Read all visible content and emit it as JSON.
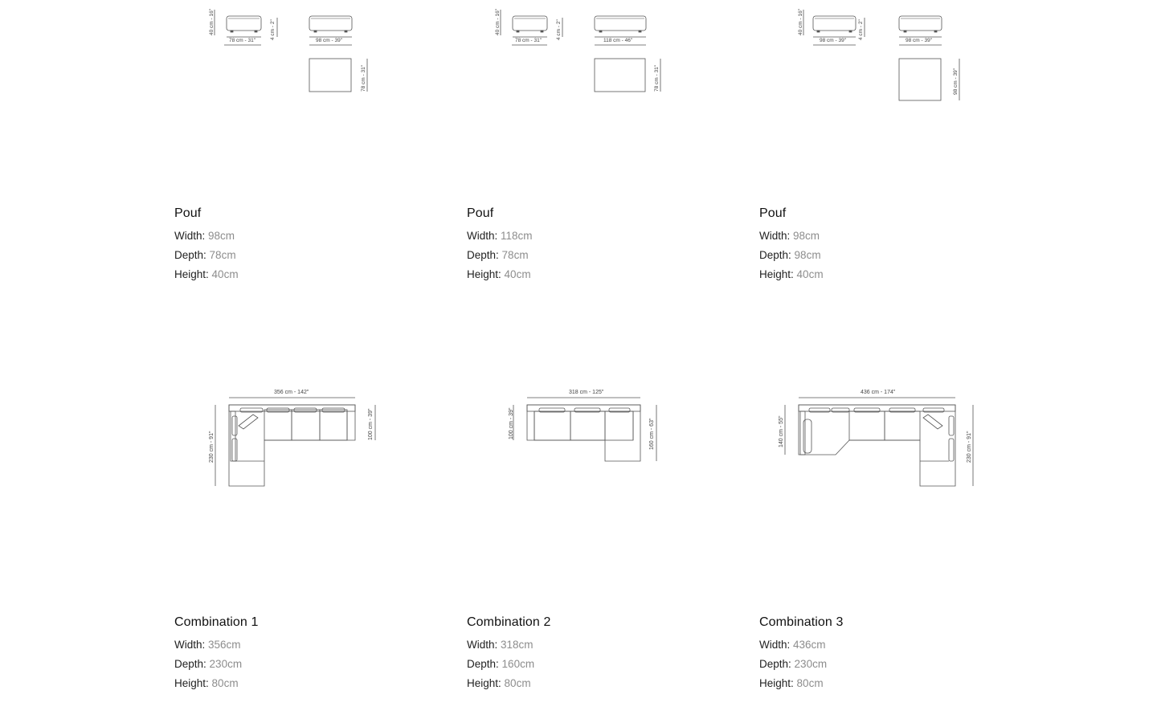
{
  "products": [
    {
      "title": "Pouf",
      "specs": [
        {
          "label": "Width:",
          "value": "98cm"
        },
        {
          "label": "Depth:",
          "value": "78cm"
        },
        {
          "label": "Height:",
          "value": "40cm"
        }
      ],
      "dims": {
        "front_height": "40 cm - 16\"",
        "front_width": "78 cm - 31\"",
        "leg_height": "4 cm - 2\"",
        "side_width": "98 cm - 39\"",
        "top_depth": "78 cm - 31\""
      }
    },
    {
      "title": "Pouf",
      "specs": [
        {
          "label": "Width:",
          "value": "118cm"
        },
        {
          "label": "Depth:",
          "value": "78cm"
        },
        {
          "label": "Height:",
          "value": "40cm"
        }
      ],
      "dims": {
        "front_height": "40 cm - 16\"",
        "front_width": "78 cm - 31\"",
        "leg_height": "4 cm - 2\"",
        "side_width": "118 cm - 46\"",
        "top_depth": "78 cm - 31\""
      }
    },
    {
      "title": "Pouf",
      "specs": [
        {
          "label": "Width:",
          "value": "98cm"
        },
        {
          "label": "Depth:",
          "value": "98cm"
        },
        {
          "label": "Height:",
          "value": "40cm"
        }
      ],
      "dims": {
        "front_height": "40 cm - 16\"",
        "front_width": "98 cm - 39\"",
        "leg_height": "4 cm - 2\"",
        "side_width": "98 cm - 39\"",
        "top_depth": "98 cm - 39\""
      }
    },
    {
      "title": "Combination 1",
      "specs": [
        {
          "label": "Width:",
          "value": "356cm"
        },
        {
          "label": "Depth:",
          "value": "230cm"
        },
        {
          "label": "Height:",
          "value": "80cm"
        }
      ],
      "dims": {
        "width": "356 cm - 142\"",
        "depth": "230 cm - 91\"",
        "seat_depth": "100 cm - 39\""
      }
    },
    {
      "title": "Combination 2",
      "specs": [
        {
          "label": "Width:",
          "value": "318cm"
        },
        {
          "label": "Depth:",
          "value": "160cm"
        },
        {
          "label": "Height:",
          "value": "80cm"
        }
      ],
      "dims": {
        "width": "318 cm - 125\"",
        "depth": "160 cm - 63\"",
        "seat_depth": "100 cm - 39\""
      }
    },
    {
      "title": "Combination 3",
      "specs": [
        {
          "label": "Width:",
          "value": "436cm"
        },
        {
          "label": "Depth:",
          "value": "230cm"
        },
        {
          "label": "Height:",
          "value": "80cm"
        }
      ],
      "dims": {
        "width": "436 cm - 174\"",
        "depth": "230 cm - 91\"",
        "left_depth": "140 cm - 55\""
      }
    }
  ]
}
